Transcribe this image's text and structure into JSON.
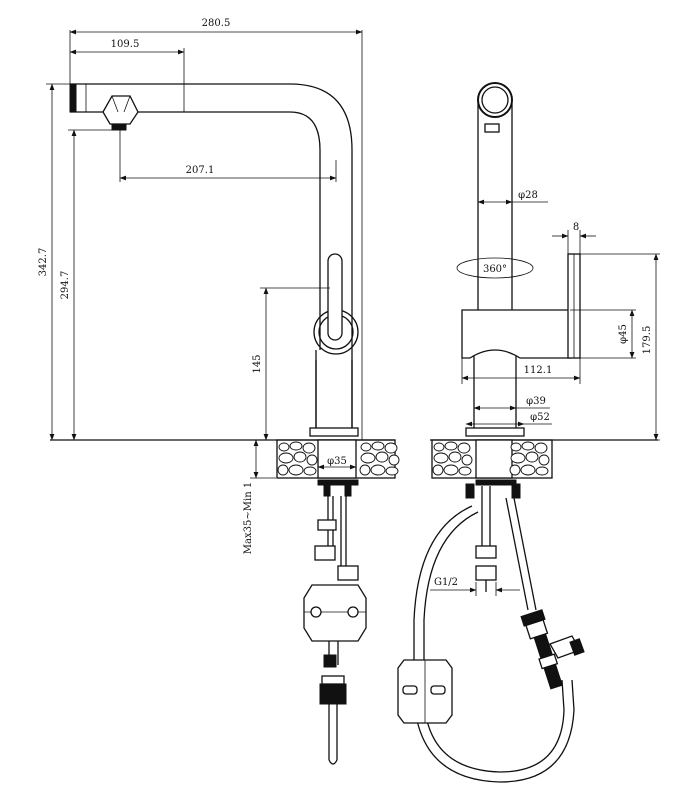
{
  "dimensions": {
    "overall_width": "280.5",
    "spout_offset": "109.5",
    "spout_reach": "207.1",
    "overall_height": "342.7",
    "spout_height": "294.7",
    "lever_height": "145",
    "mount_hole": "φ35",
    "deck_thickness": "Max35~Min 1",
    "body_diameter": "φ28",
    "rotation": "360°",
    "lever_thickness": "8",
    "lever_diameter": "φ45",
    "side_height": "179.5",
    "handle_reach": "112.1",
    "base_diameter_inner": "φ39",
    "base_diameter_outer": "φ52",
    "thread": "G1/2"
  }
}
